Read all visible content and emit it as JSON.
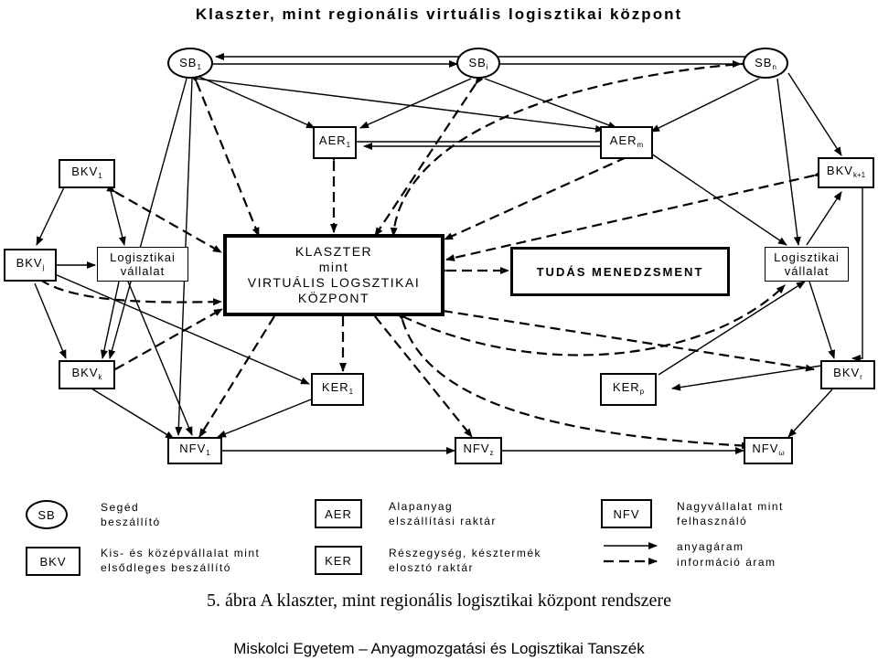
{
  "title": "Klaszter, mint regionális virtuális logisztikai központ",
  "nodes": {
    "sb1": {
      "base": "SB",
      "sub": "1"
    },
    "sbi": {
      "base": "SB",
      "sub": "i"
    },
    "sbn": {
      "base": "SB",
      "sub": "n"
    },
    "aer1": {
      "base": "AER",
      "sub": "1"
    },
    "aerm": {
      "base": "AER",
      "sub": "m"
    },
    "bkv1": {
      "base": "BKV",
      "sub": "1"
    },
    "bkvj": {
      "base": "BKV",
      "sub": "j"
    },
    "bkvk": {
      "base": "BKV",
      "sub": "k"
    },
    "bkvk1": {
      "base": "BKV",
      "sub": "k+1"
    },
    "bkvr": {
      "base": "BKV",
      "sub": "r"
    },
    "ker1": {
      "base": "KER",
      "sub": "1"
    },
    "kerp": {
      "base": "KER",
      "sub": "p"
    },
    "nfv1": {
      "base": "NFV",
      "sub": "1"
    },
    "nfvz": {
      "base": "NFV",
      "sub": "z"
    },
    "nfvw": {
      "base": "NFV",
      "sub": "ω"
    },
    "log_left": {
      "line1": "Logisztikai",
      "line2": "vállalat"
    },
    "log_right": {
      "line1": "Logisztikai",
      "line2": "vállalat"
    },
    "center": {
      "line1": "KLASZTER",
      "line2": "mint",
      "line3": "VIRTUÁLIS LOGSZTIKAI",
      "line4": "KÖZPONT"
    },
    "tudas": "TUDÁS MENEDZSMENT"
  },
  "legend": {
    "sb": {
      "symbol": "SB",
      "text1": "Segéd",
      "text2": "beszállító"
    },
    "bkv": {
      "symbol": "BKV",
      "text1": "Kis- és középvállalat mint",
      "text2": "elsődleges beszállító"
    },
    "aer": {
      "symbol": "AER",
      "text1": "Alapanyag",
      "text2": "elszállítási raktár"
    },
    "ker": {
      "symbol": "KER",
      "text1": "Részegység, késztermék",
      "text2": "elosztó raktár"
    },
    "nfv": {
      "symbol": "NFV",
      "text1": "Nagyvállalat mint",
      "text2": "felhasználó"
    },
    "material_flow": "anyagáram",
    "info_flow": "információ áram"
  },
  "caption": "5. ábra A klaszter, mint regionális logisztikai központ rendszere",
  "footer": "Miskolci Egyetem – Anyagmozgatási és Logisztikai Tanszék"
}
